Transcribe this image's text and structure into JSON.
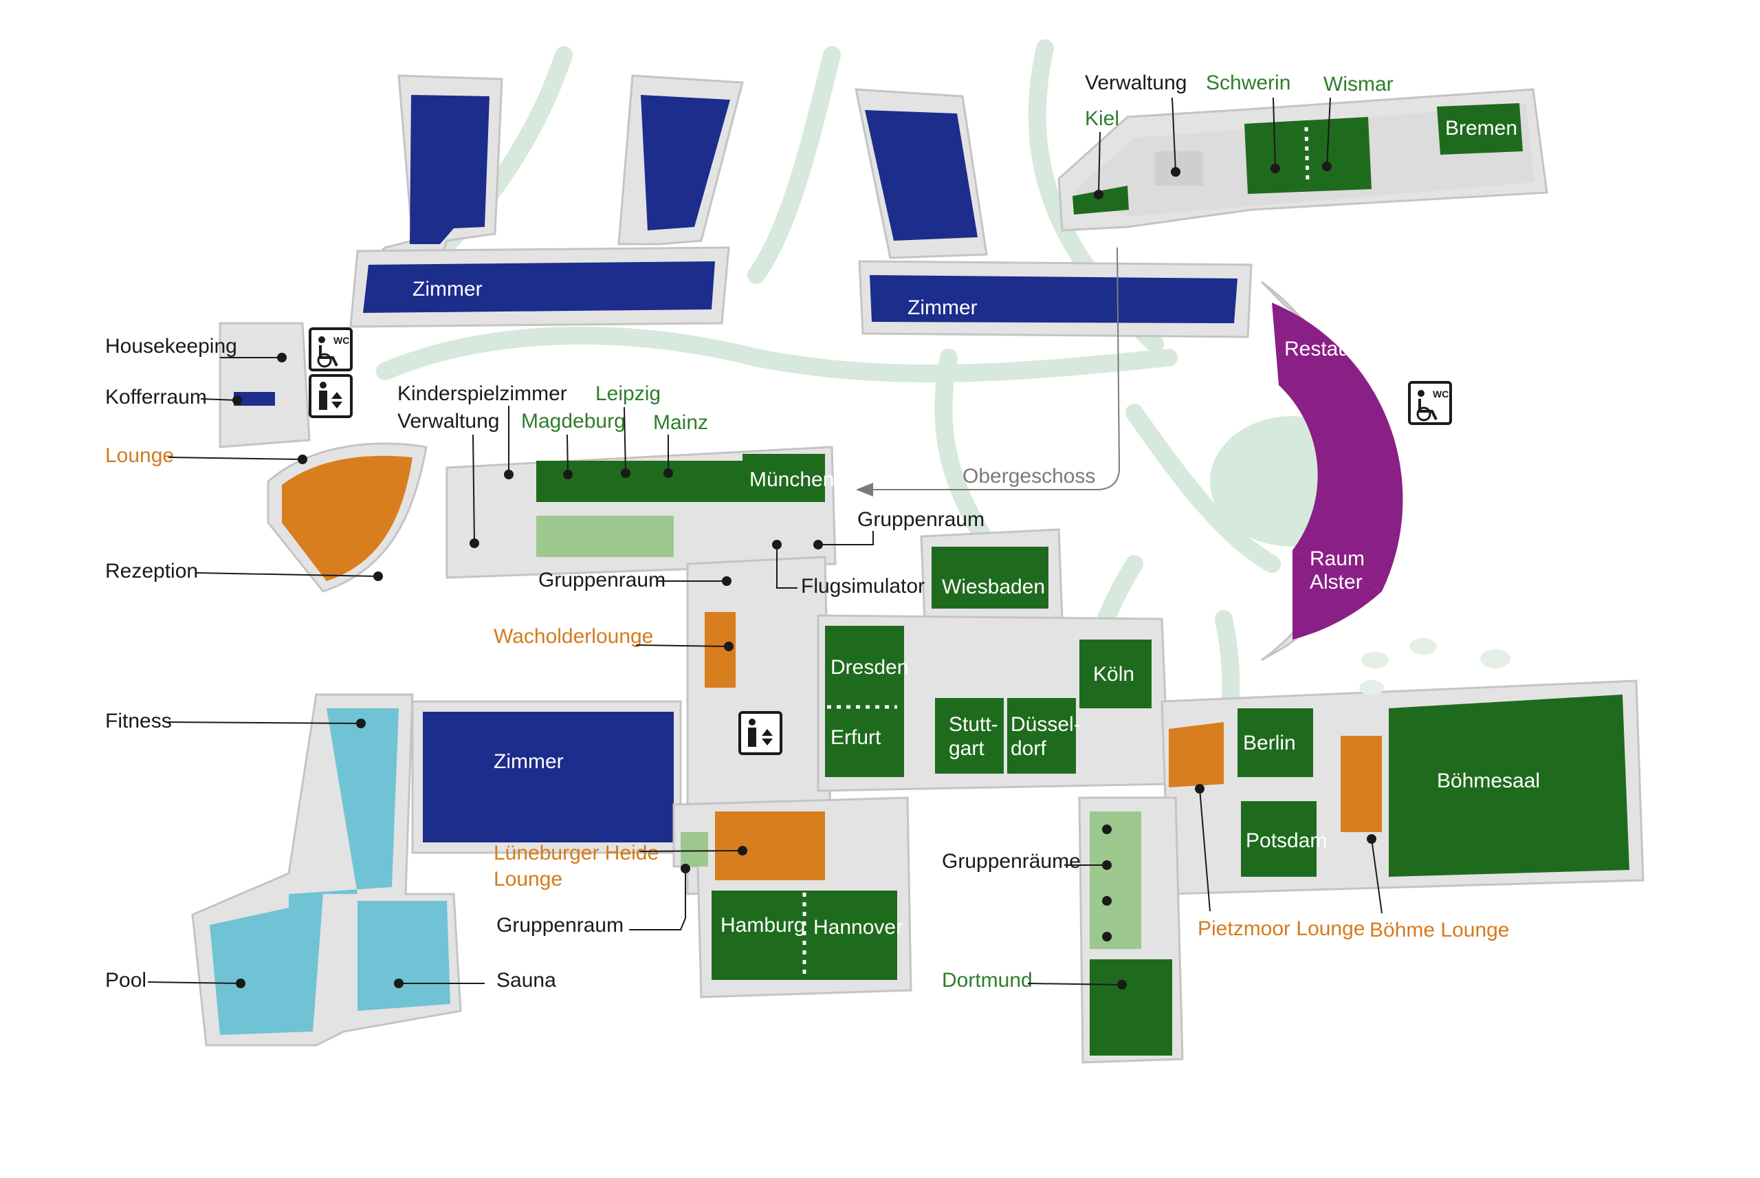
{
  "map": {
    "rooms": {
      "zimmer_1": "Zimmer",
      "zimmer_2": "Zimmer",
      "zimmer_3": "Zimmer",
      "bremen": "Bremen",
      "restaurant": "Restaurant",
      "raum_alster_1": "Raum",
      "raum_alster_2": "Alster",
      "muenchen": "München",
      "wiesbaden": "Wiesbaden",
      "dresden": "Dresden",
      "erfurt": "Erfurt",
      "stuttgart_1": "Stutt-",
      "stuttgart_2": "gart",
      "duesseldorf_1": "Düssel-",
      "duesseldorf_2": "dorf",
      "koeln": "Köln",
      "berlin": "Berlin",
      "potsdam": "Potsdam",
      "boehmesaal": "Böhmesaal",
      "hamburg": "Hamburg",
      "hannover": "Hannover"
    },
    "labels": {
      "verwaltung_top": "Verwaltung",
      "schwerin": "Schwerin",
      "wismar": "Wismar",
      "kiel": "Kiel",
      "housekeeping": "Housekeeping",
      "kofferraum": "Kofferraum",
      "lounge": "Lounge",
      "kinderspielzimmer": "Kinderspielzimmer",
      "verwaltung": "Verwaltung",
      "magdeburg": "Magdeburg",
      "leipzig": "Leipzig",
      "mainz": "Mainz",
      "obergeschoss": "Obergeschoss",
      "gruppenraum_1": "Gruppenraum",
      "gruppenraum_2": "Gruppenraum",
      "flugsimulator": "Flugsimulator",
      "rezeption": "Rezeption",
      "wacholderlounge": "Wacholderlounge",
      "fitness": "Fitness",
      "lueneburger_1": "Lüneburger Heide",
      "lueneburger_2": "Lounge",
      "gruppenraum_3": "Gruppenraum",
      "gruppenraeume": "Gruppenräume",
      "pietzmoor": "Pietzmoor Lounge",
      "boehme_lounge": "Böhme Lounge",
      "dortmund": "Dortmund",
      "pool": "Pool",
      "sauna": "Sauna"
    },
    "icons": {
      "wc": "WC",
      "wc_restaurant": "WC"
    },
    "colors": {
      "zimmer": "#1c2d8c",
      "seminar": "#1f6b1e",
      "gruppenraum": "#9cc88e",
      "restaurant": "#8a1f86",
      "lounge": "#d97e1e",
      "wellness": "#6fc3d4",
      "green_label": "#2f7d2a",
      "orange_label": "#d57a1c"
    }
  }
}
